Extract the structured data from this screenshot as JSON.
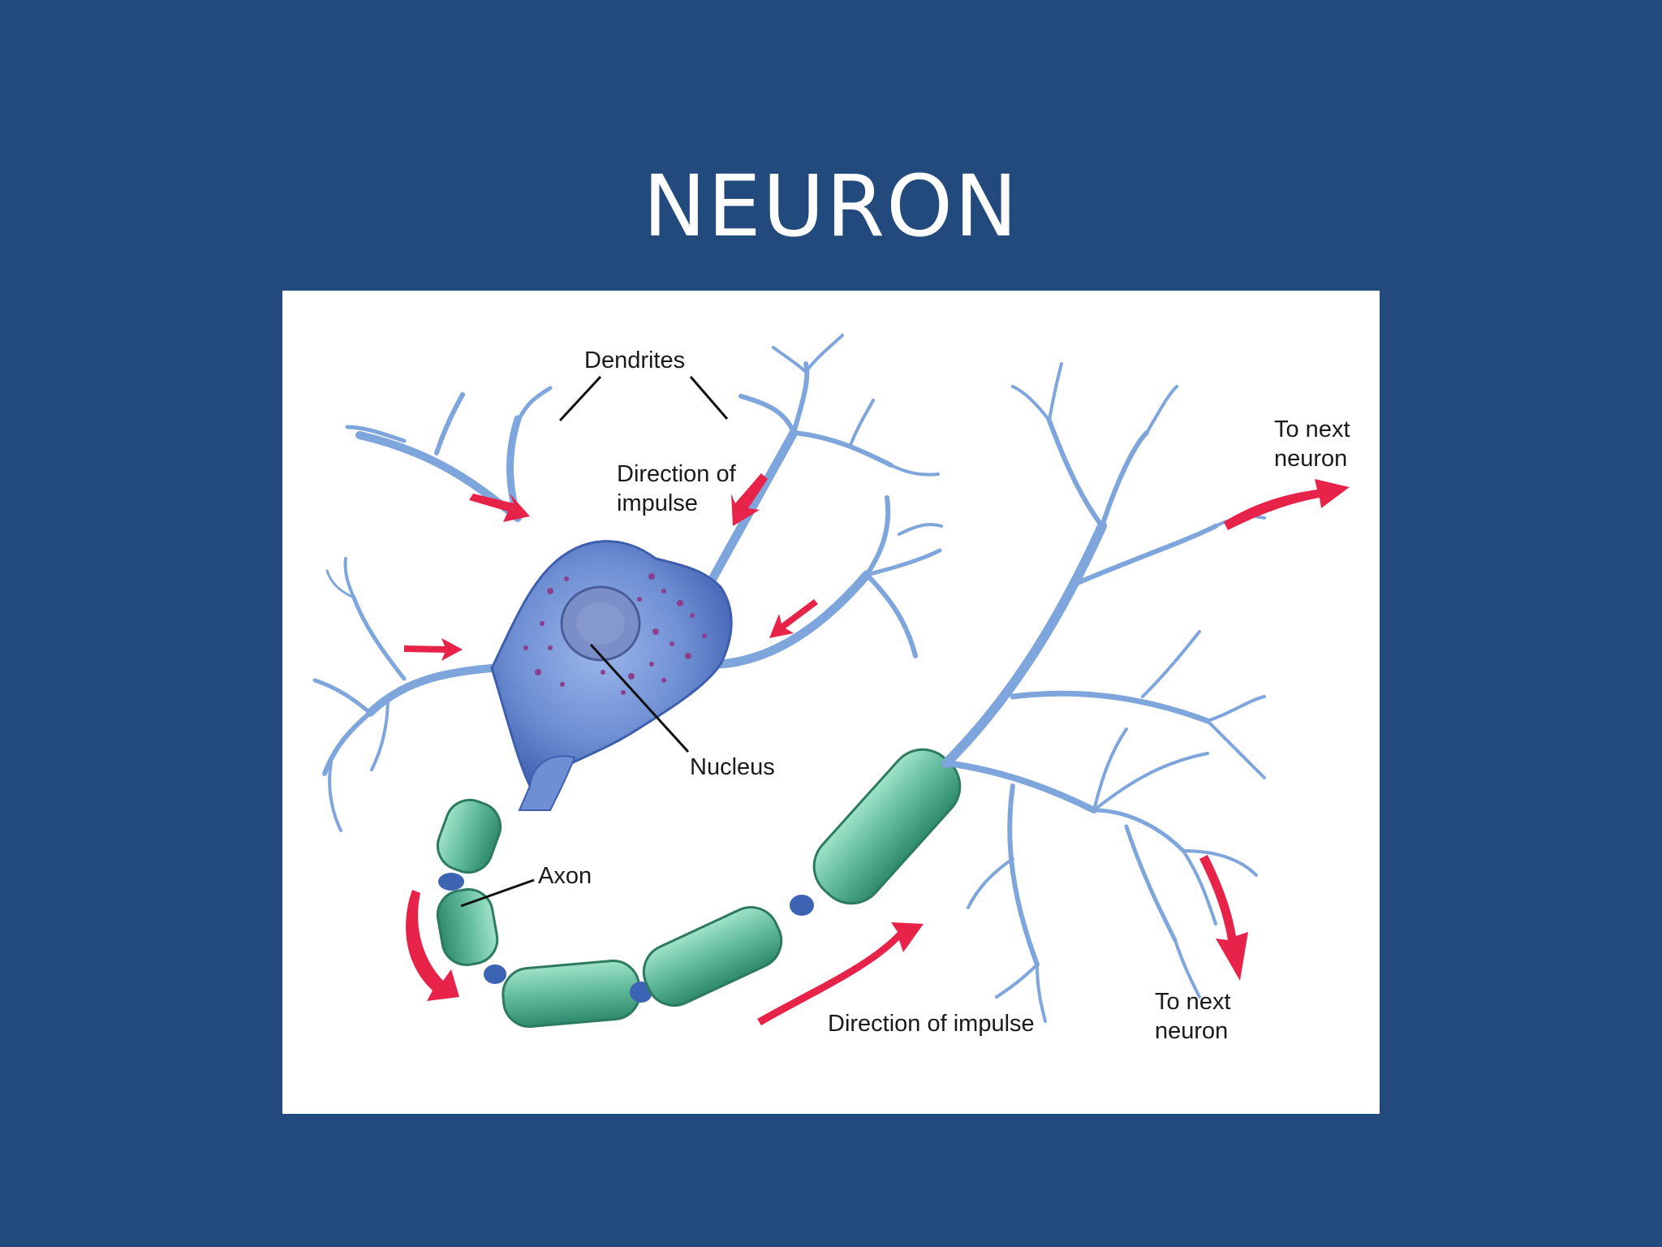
{
  "slide": {
    "title": "NEURON"
  },
  "labels": {
    "dendrites": "Dendrites",
    "direction_top_1": "Direction of",
    "direction_top_2": "impulse",
    "nucleus": "Nucleus",
    "axon": "Axon",
    "direction_bottom": "Direction of impulse",
    "to_next_top_1": "To next",
    "to_next_top_2": "neuron",
    "to_next_bottom_1": "To next",
    "to_next_bottom_2": "neuron"
  },
  "colors": {
    "background": "#224a7d",
    "cell_body": "#6f93d6",
    "dendrite": "#8fb4e0",
    "myelin": "#5fb99a",
    "node": "#3d63b3",
    "arrow": "#e8234a",
    "granules": "#8a3f8f"
  }
}
